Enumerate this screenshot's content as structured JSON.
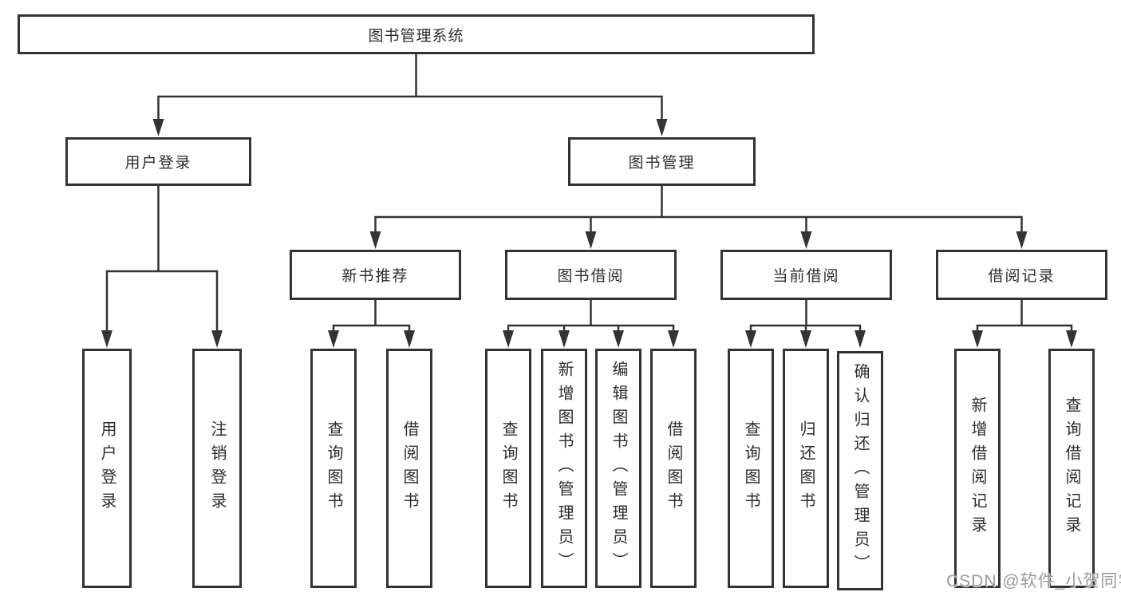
{
  "diagram": {
    "root": {
      "label": "图书管理系统"
    },
    "level2": {
      "user_login": {
        "label": "用户登录"
      },
      "book_mgmt": {
        "label": "图书管理"
      }
    },
    "level3": {
      "new_books": {
        "label": "新书推荐"
      },
      "book_borrow": {
        "label": "图书借阅"
      },
      "current_borrow": {
        "label": "当前借阅"
      },
      "borrow_records": {
        "label": "借阅记录"
      }
    },
    "leaves": {
      "user_login": {
        "label": "用户登录"
      },
      "logout_login": {
        "label": "注销登录"
      },
      "nb_query_books": {
        "label": "查询图书"
      },
      "nb_borrow_books": {
        "label": "借阅图书"
      },
      "bb_query_books": {
        "label": "查询图书"
      },
      "bb_add_books": {
        "label": "新增图书（管理员）"
      },
      "bb_edit_books": {
        "label": "编辑图书（管理员）"
      },
      "bb_borrow_books": {
        "label": "借阅图书"
      },
      "cb_query_books": {
        "label": "查询图书"
      },
      "cb_return_books": {
        "label": "归还图书"
      },
      "cb_confirm_return": {
        "label": "确认归还（管理员）"
      },
      "br_add_record": {
        "label": "新增借阅记录"
      },
      "br_query_record": {
        "label": "查询借阅记录"
      }
    }
  },
  "watermark": {
    "text": "CSDN @软件_小贺同学"
  },
  "colors": {
    "line": "#333333",
    "text": "#2d2d2d",
    "watermark": "#9a9a9a",
    "background": "#ffffff"
  }
}
